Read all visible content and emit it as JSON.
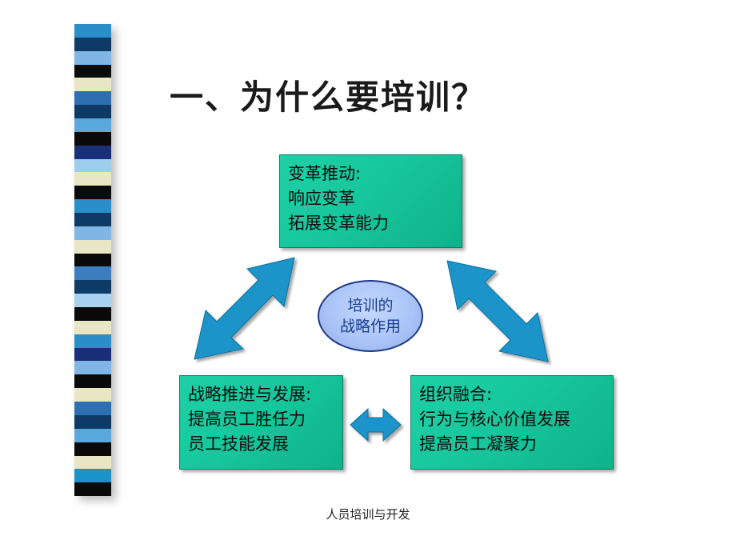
{
  "slide": {
    "title": "一、为什么要培训？",
    "footer": "人员培训与开发"
  },
  "center": {
    "line1": "培训的",
    "line2": "战略作用"
  },
  "boxes": {
    "top": {
      "line1": "变革推动:",
      "line2": "响应变革",
      "line3": "拓展变革能力"
    },
    "left": {
      "line1": "战略推进与发展:",
      "line2": "提高员工胜任力",
      "line3": "员工技能发展"
    },
    "right": {
      "line1": "组织融合:",
      "line2": "行为与核心价值发展",
      "line3": "提高员工凝聚力"
    }
  },
  "colors": {
    "box_fill": "#16c59b",
    "arrow_fill": "#1a93c9",
    "ellipse_fill": "#a9c3f7",
    "ellipse_text": "#1a3e8f",
    "stripes": [
      "#2a8ec8",
      "#0d3b66",
      "#7fb6e6",
      "#0a0a0a",
      "#e9e6c4",
      "#2e6fb2",
      "#0d3b66",
      "#5aa8dc",
      "#0a0a0a",
      "#1a2f7a",
      "#9fcdee",
      "#e9e6c4",
      "#0a0a0a",
      "#2a8ec8",
      "#0d3b66",
      "#7fb6e6",
      "#e9e6c4",
      "#0a0a0a",
      "#3d7ec0",
      "#0d3b66",
      "#a7d1ee",
      "#0a0a0a",
      "#e9e6c4",
      "#2a8ec8",
      "#1a2f7a",
      "#7fb6e6",
      "#0a0a0a",
      "#e9e6c4",
      "#2e6fb2",
      "#0d3b66",
      "#5aa8dc",
      "#0a0a0a",
      "#e9e6c4",
      "#1a93c9",
      "#0a0a0a"
    ]
  }
}
